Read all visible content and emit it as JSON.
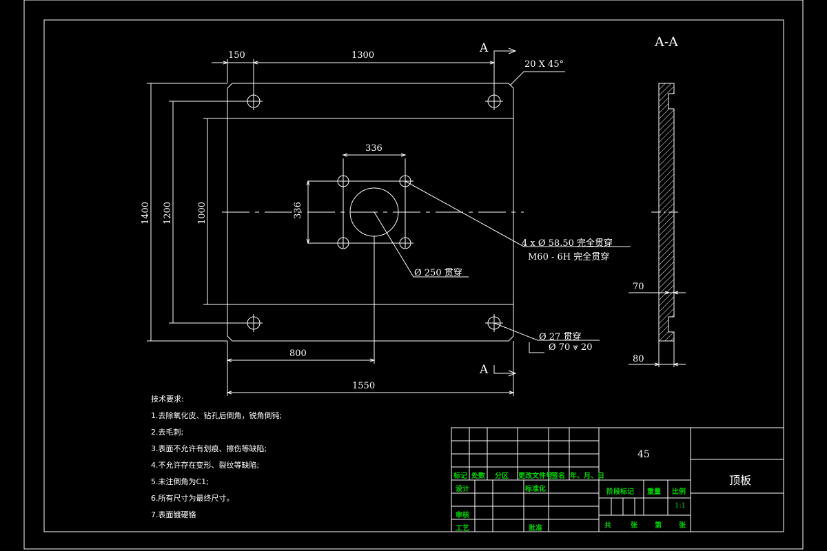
{
  "drawing": {
    "section_label": "A-A",
    "cut_marker_top": "A",
    "cut_marker_bottom": "A",
    "dims": {
      "d150": "150",
      "d1300": "1300",
      "chamfer": "20 X 45°",
      "d336_h": "336",
      "d336_v": "336",
      "d1400": "1400",
      "d1200": "1200",
      "d1000": "1000",
      "d800": "800",
      "d1550": "1550",
      "d70": "70",
      "d80": "80"
    },
    "callouts": {
      "holes4_line1": "4 x Ø  58.50 完全贯穿",
      "holes4_line2": "M60 - 6H 完全贯穿",
      "center_hole": "Ø  250  贯穿",
      "corner_line1": "Ø  27 贯穿",
      "corner_line2": "Ø  70 ⩔ 20"
    }
  },
  "notes": {
    "title": "技术要求:",
    "items": [
      "1.去除氧化皮、钻孔后倒角，锐角倒钝;",
      "2.去毛刺;",
      "3.表面不允许有划痕、擦伤等缺陷;",
      "4.不允许存在变形、裂纹等缺陷;",
      "5.未注倒角为C1;",
      "6.所有尺寸为最终尺寸。",
      "7.表面镀硬铬"
    ]
  },
  "title_block": {
    "material": "45",
    "part_name": "顶板",
    "scale": "1:1",
    "headers": [
      "标记",
      "处数",
      "分区",
      "更改文件号",
      "签名",
      "年、月、日"
    ],
    "design": "设计",
    "standardize": "标准化",
    "review": "审核",
    "process": "工艺",
    "approve": "批准",
    "stage_mark": "阶段标记",
    "weight": "重量",
    "scale_label": "比例",
    "total": "共",
    "sheets": "张",
    "page": "第",
    "sheet": "张"
  }
}
